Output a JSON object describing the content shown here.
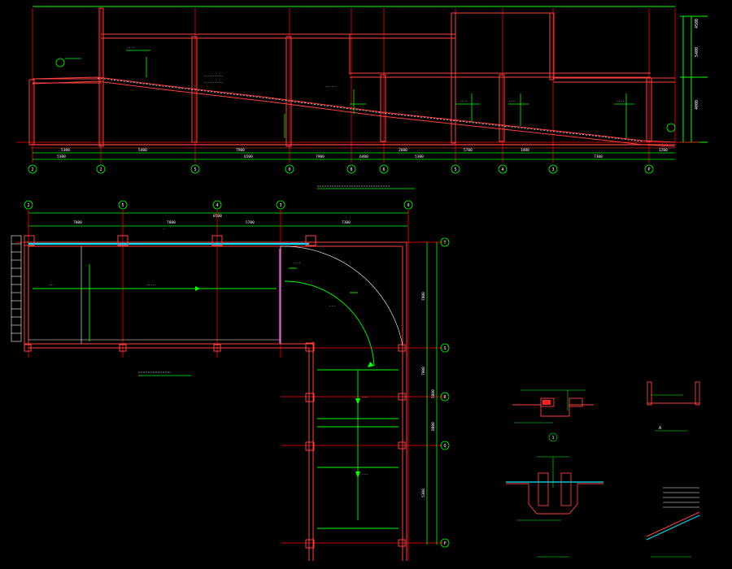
{
  "drawing": {
    "colors": {
      "background": "#000000",
      "wall": "#ff4040",
      "grid": "#ff0000",
      "dimension": "#00ff00",
      "annotation": "#ffffff",
      "cyan": "#00e5ff",
      "hatch": "#ff6060"
    },
    "section_axes": [
      "2",
      "2",
      "5",
      "0",
      "8",
      "6",
      "5",
      "4",
      "3",
      "P"
    ],
    "section_dims": [
      "5300",
      "5400",
      "7900",
      "7900",
      "6400",
      "2600",
      "5300",
      "5700",
      "3400",
      "5300",
      "6500",
      "7300",
      "1200"
    ],
    "section_right_dims": [
      "4500",
      "5400",
      "4000"
    ],
    "plan_top_axes": [
      "2",
      "5",
      "4",
      "3",
      "0"
    ],
    "plan_top_dims": [
      "7800",
      "7800",
      "8500",
      "5700",
      "7300"
    ],
    "plan_right_axes": [
      "T",
      "S",
      "R",
      "Q",
      "P"
    ],
    "plan_right_dims": [
      "7800",
      "7900",
      "5800",
      "8000",
      "5300"
    ],
    "detail_mark_1": "1",
    "detail_mark_A": "A"
  }
}
